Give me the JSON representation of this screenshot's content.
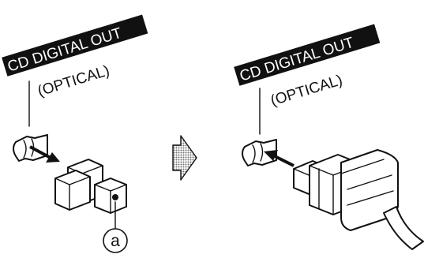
{
  "left_panel": {
    "label_main": "CD DIGITAL OUT",
    "label_sub": "(OPTICAL)",
    "callout": "a"
  },
  "right_panel": {
    "label_main": "CD DIGITAL OUT",
    "label_sub": "(OPTICAL)"
  },
  "colors": {
    "ink": "#111111",
    "label_bg": "#111111",
    "arrow_fill": "#8a8a8a",
    "paper": "#ffffff"
  },
  "icons": {
    "transition": "right-arrow-icon"
  }
}
